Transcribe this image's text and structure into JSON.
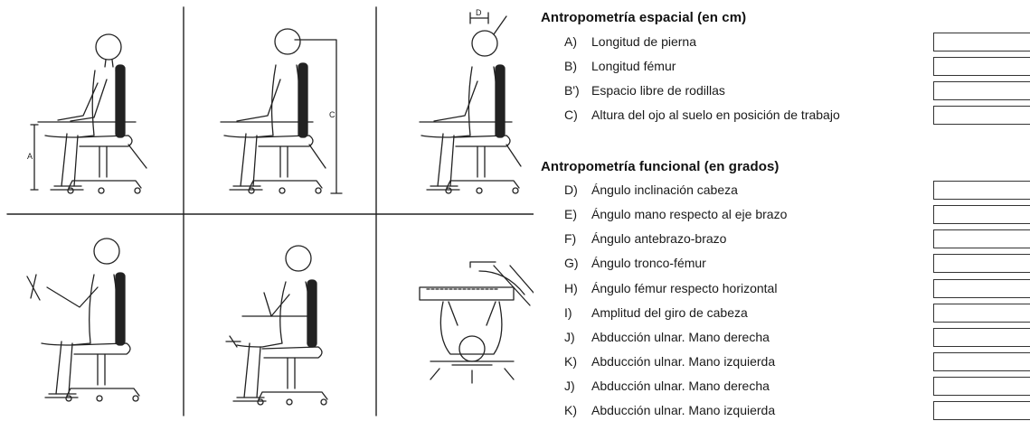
{
  "section_spatial": {
    "title": "Antropometría espacial (en cm)",
    "items": [
      {
        "letter": "A)",
        "label": "Longitud de pierna"
      },
      {
        "letter": "B)",
        "label": "Longitud fémur"
      },
      {
        "letter": "B')",
        "label": "Espacio libre de rodillas"
      },
      {
        "letter": "C)",
        "label": "Altura del ojo al suelo en posición de trabajo"
      }
    ]
  },
  "section_functional": {
    "title": "Antropometría funcional (en grados)",
    "items": [
      {
        "letter": "D)",
        "label": "Ángulo inclinación cabeza"
      },
      {
        "letter": "E)",
        "label": "Ángulo mano respecto al eje brazo"
      },
      {
        "letter": "F)",
        "label": "Ángulo antebrazo-brazo"
      },
      {
        "letter": "G)",
        "label": "Ángulo tronco-fémur"
      },
      {
        "letter": "H)",
        "label": "Ángulo fémur respecto horizontal"
      },
      {
        "letter": "I)",
        "label": "Amplitud del giro de cabeza"
      },
      {
        "letter": "J)",
        "label": "Abducción ulnar. Mano derecha"
      },
      {
        "letter": "K)",
        "label": "Abducción ulnar. Mano izquierda"
      },
      {
        "letter": "J)",
        "label": "Abducción ulnar. Mano derecha"
      },
      {
        "letter": "K)",
        "label": "Abducción ulnar. Mano izquierda"
      }
    ]
  },
  "figure_labels": {
    "a": "A",
    "c": "C",
    "d": "D"
  },
  "colors": {
    "ink": "#1a1a1a",
    "line": "#333333"
  }
}
